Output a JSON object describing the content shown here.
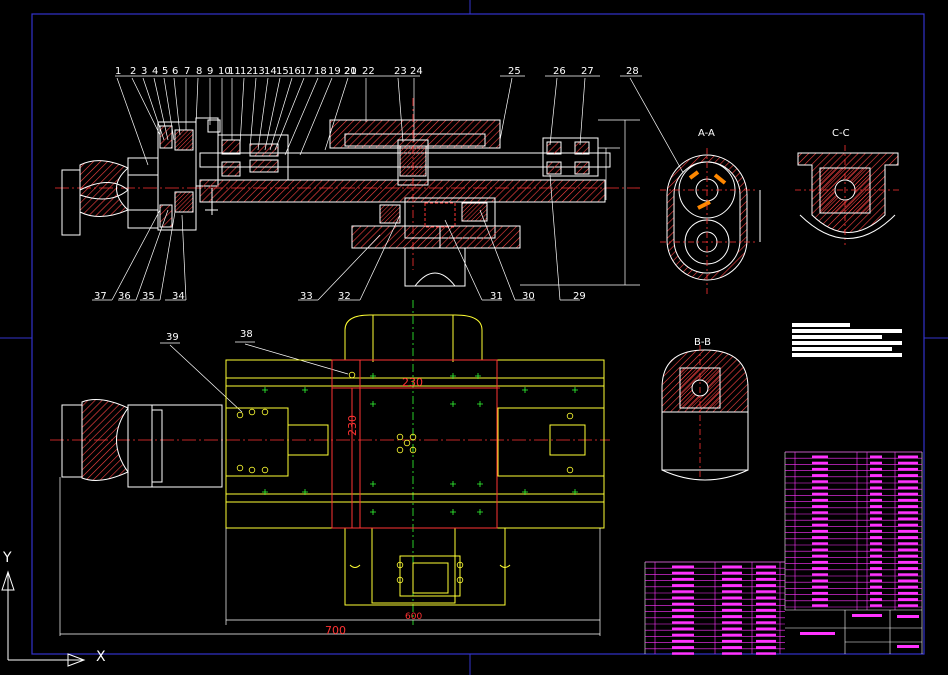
{
  "drawing": {
    "part_numbers_top": [
      "1",
      "2",
      "3",
      "4",
      "5",
      "6",
      "7",
      "8",
      "9",
      "10",
      "11",
      "12",
      "13",
      "14",
      "15",
      "16",
      "17",
      "18",
      "19",
      "20",
      "21",
      "22",
      "23",
      "24",
      "25",
      "26",
      "27",
      "28"
    ],
    "part_numbers_bottom": [
      "37",
      "36",
      "35",
      "34",
      "33",
      "32",
      "31",
      "30",
      "29"
    ],
    "part_numbers_plan": [
      "39",
      "38"
    ],
    "section_labels": {
      "aa": "A-A",
      "bb": "B-B",
      "cc": "C-C"
    },
    "dimensions": {
      "d230_h": "230",
      "d230_v": "230",
      "d700": "700",
      "d600": "600"
    },
    "axis_labels": {
      "y": "Y",
      "x": "X"
    }
  },
  "colors": {
    "background": "#000000",
    "frame": "#3333cc",
    "outline": "#ffffff",
    "centerline": "#ff3333",
    "hatch": "#ff4444",
    "yellow": "#ffff33",
    "green": "#33ff33",
    "table": "#ff33ff",
    "orange": "#ff8800"
  }
}
